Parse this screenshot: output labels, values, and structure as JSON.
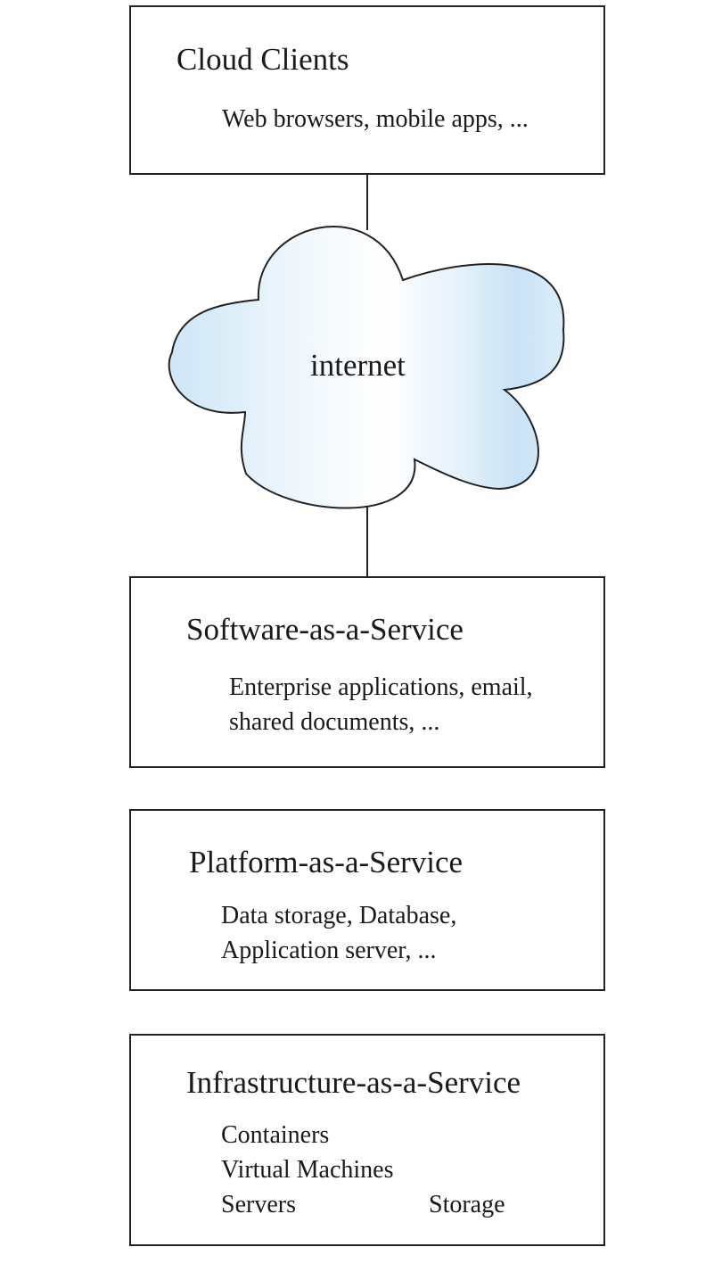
{
  "cloud_clients": {
    "title": "Cloud Clients",
    "description": "Web browsers, mobile apps, ..."
  },
  "internet": {
    "label": "internet",
    "fill_color": "#cfe6f7"
  },
  "saas": {
    "title": "Software-as-a-Service",
    "lines": [
      "Enterprise applications, email,",
      "shared documents, ..."
    ]
  },
  "paas": {
    "title": "Platform-as-a-Service",
    "lines": [
      "Data storage, Database,",
      "Application server, ..."
    ]
  },
  "iaas": {
    "title": "Infrastructure-as-a-Service",
    "lines": [
      "Containers",
      "Virtual Machines",
      "Servers"
    ],
    "storage": "Storage"
  }
}
